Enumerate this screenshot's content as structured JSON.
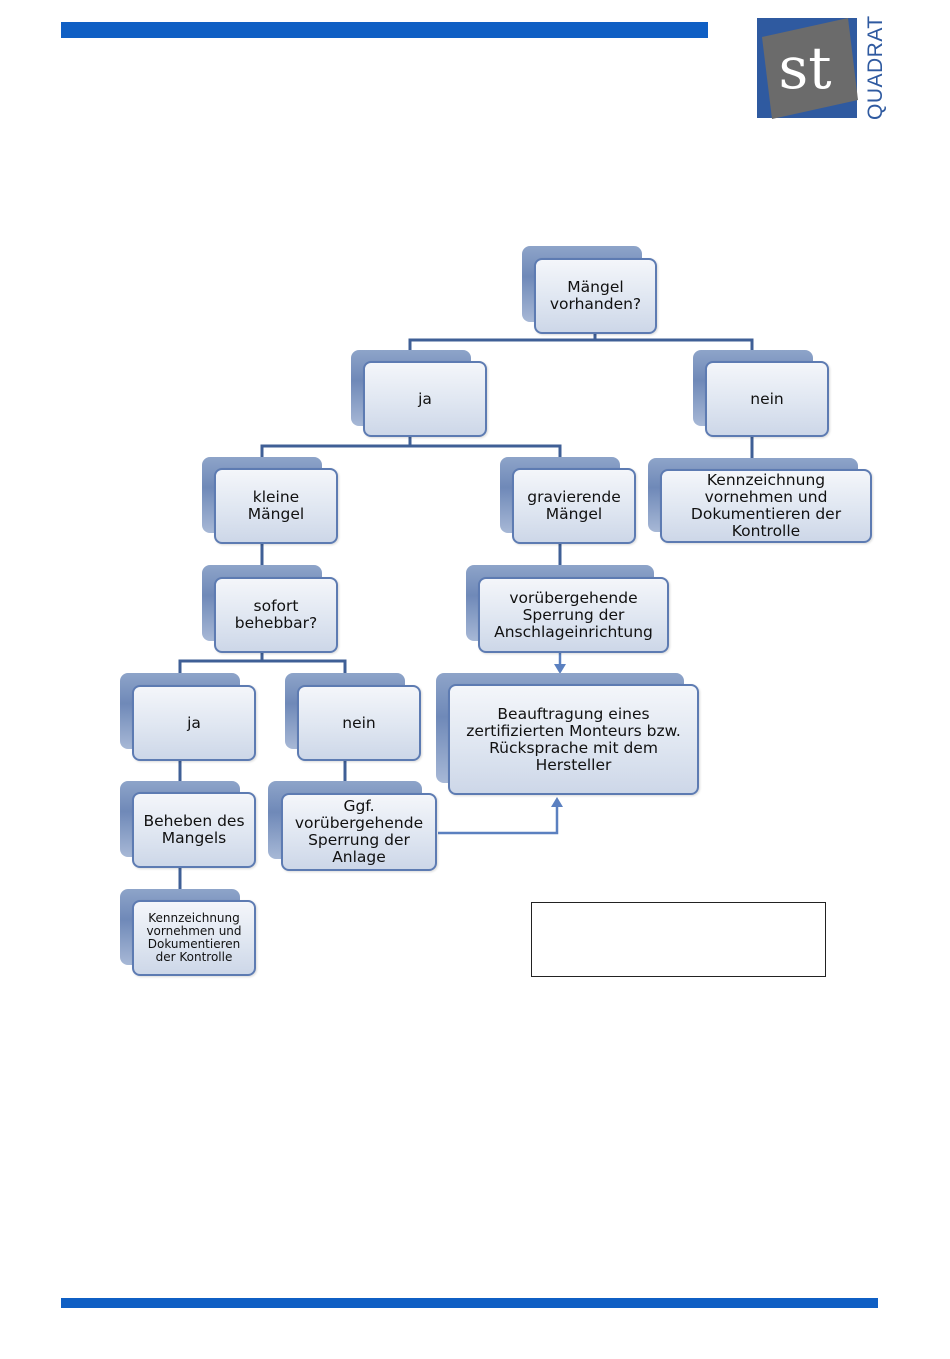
{
  "logo": {
    "mark": "st",
    "word": "QUADRAT"
  },
  "nodes": {
    "root": "Mängel\nvorhanden?",
    "ja_main": "ja",
    "nein_main": "nein",
    "kennzeichnung_right": "Kennzeichnung\nvornehmen und\nDokumentieren der\nKontrolle",
    "kleine_maengel": "kleine\nMängel",
    "gravierende_maengel": "gravierende\nMängel",
    "sofort_behebbar": "sofort\nbehebbar?",
    "sperrung_anschlag": "vorübergehende\nSperrung der\nAnschlageinrichtung",
    "ja_sub": "ja",
    "nein_sub": "nein",
    "beauftragung": "Beauftragung eines\nzertifizierten Monteurs bzw.\nRücksprache mit dem\nHersteller",
    "beheben": "Beheben des\nMangels",
    "ggf_sperrung": "Ggf.\nvorübergehende\nSperrung der\nAnlage",
    "kennzeichnung_left": "Kennzeichnung\nvornehmen und\nDokumentieren\nder Kontrolle"
  }
}
